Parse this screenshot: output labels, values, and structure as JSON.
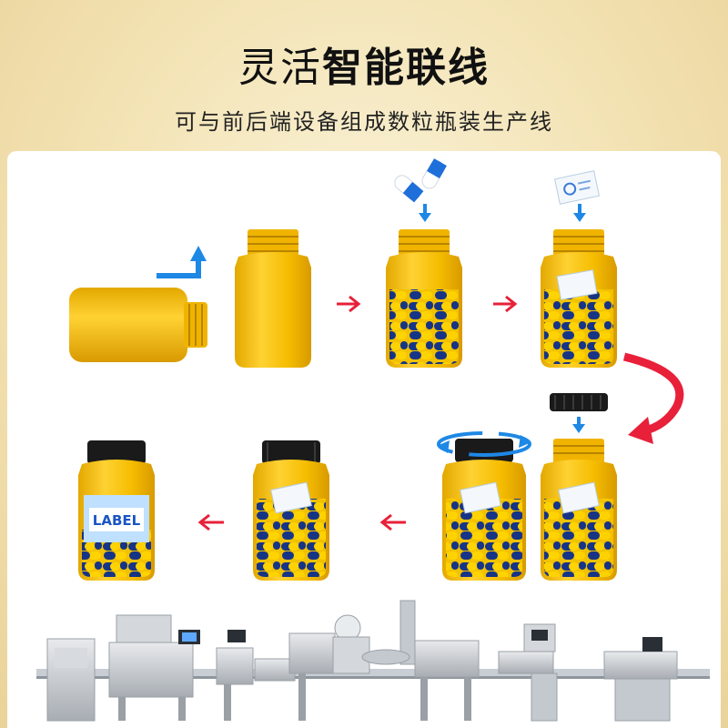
{
  "header": {
    "title_light": "灵活",
    "title_bold": "智能联线",
    "subtitle": "可与前后端设备组成数粒瓶装生产线"
  },
  "process": {
    "label_text": "LABEL"
  },
  "colors": {
    "bottle": "#f5c000",
    "bottle_dark": "#d99e00",
    "capsule_blue": "#0b2d8c",
    "capsule_yellow": "#ffd400",
    "cap_black": "#1a1a1a",
    "arrow_red": "#e8203a",
    "arrow_blue": "#1e88e5"
  },
  "icons": [
    "blue-l-arrow-icon",
    "red-arrow-icon",
    "blue-down-arrow-icon",
    "rotate-arrow-icon",
    "curved-red-arrow-icon"
  ]
}
